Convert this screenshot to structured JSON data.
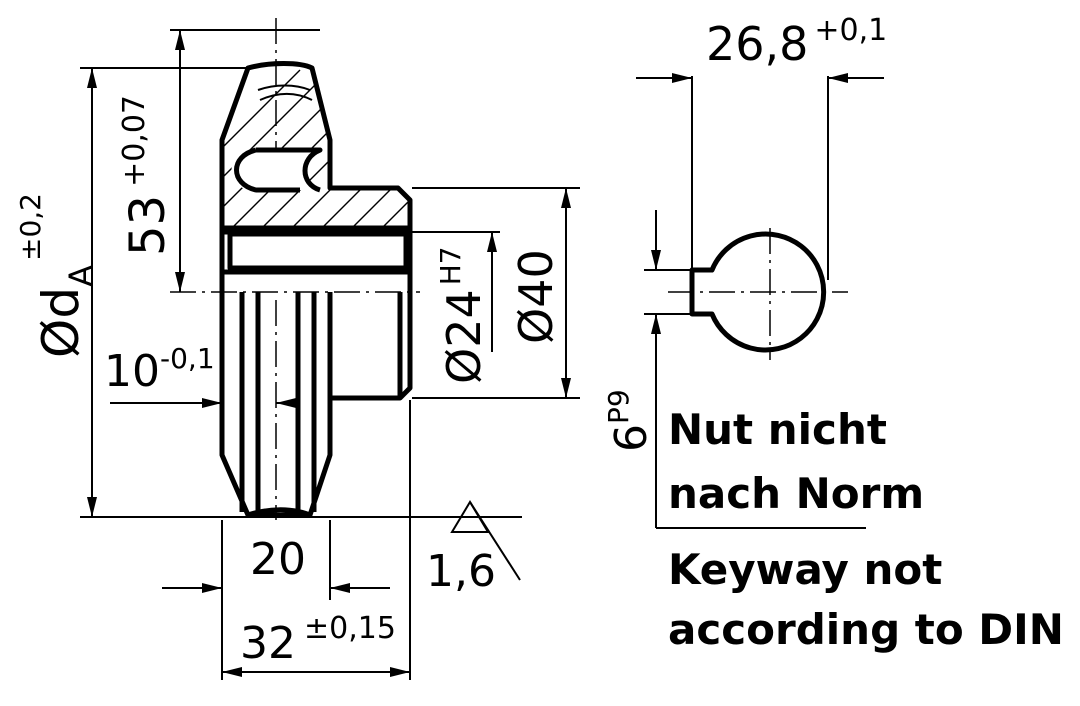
{
  "drawing": {
    "dim_da": {
      "prefix": "Ød",
      "subscript": "A",
      "tolerance": "±0,2"
    },
    "dim_53": {
      "value": "53",
      "tolerance": "+0,07"
    },
    "dim_10": {
      "value": "10",
      "tolerance": "-0,1"
    },
    "dim_24": {
      "value": "Ø24",
      "tolerance": "H7"
    },
    "dim_40": {
      "value": "Ø40"
    },
    "dim_20": {
      "value": "20"
    },
    "dim_32": {
      "value": "32",
      "tolerance": "±0,15"
    },
    "roughness": {
      "value": "1,6"
    },
    "dim_268": {
      "value": "26,8",
      "tolerance": "+0,1"
    },
    "dim_6": {
      "value": "6",
      "tolerance": "P9"
    },
    "note_de": {
      "line1": "Nut nicht",
      "line2": "nach Norm"
    },
    "note_en": {
      "line1": "Keyway not",
      "line2": "according to DIN"
    }
  }
}
